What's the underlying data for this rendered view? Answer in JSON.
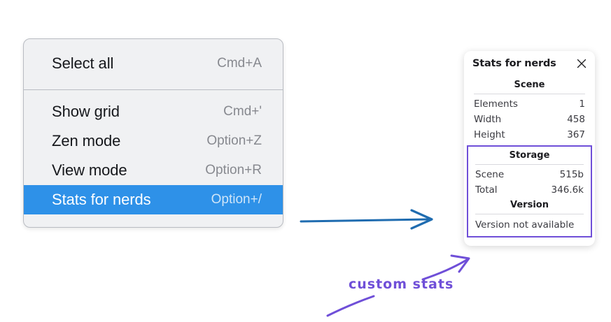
{
  "context_menu": {
    "name": "canvas-context-menu",
    "groups": [
      {
        "items": [
          {
            "label": "Select all",
            "shortcut": "Cmd+A",
            "highlighted": false
          }
        ]
      },
      {
        "items": [
          {
            "label": "Show grid",
            "shortcut": "Cmd+'",
            "highlighted": false
          },
          {
            "label": "Zen mode",
            "shortcut": "Option+Z",
            "highlighted": false
          },
          {
            "label": "View mode",
            "shortcut": "Option+R",
            "highlighted": false
          },
          {
            "label": "Stats for nerds",
            "shortcut": "Option+/",
            "highlighted": true
          }
        ]
      }
    ]
  },
  "stats_panel": {
    "title": "Stats for nerds",
    "close_icon": "close-icon",
    "sections": [
      {
        "heading": "Scene",
        "rows": [
          {
            "key": "Elements",
            "value": "1"
          },
          {
            "key": "Width",
            "value": "458"
          },
          {
            "key": "Height",
            "value": "367"
          }
        ]
      },
      {
        "heading": "Storage",
        "rows": [
          {
            "key": "Scene",
            "value": "515b"
          },
          {
            "key": "Total",
            "value": "346.6k"
          }
        ]
      },
      {
        "heading": "Version",
        "note": "Version not available"
      }
    ]
  },
  "annotations": {
    "flow_arrow": {
      "name": "flow-arrow",
      "color": "#1f6cb0"
    },
    "custom_stats": {
      "label": "custom stats",
      "color": "#6f4fd8"
    }
  },
  "colors": {
    "menu_background": "#f0f1f3",
    "menu_border": "#b9bcc2",
    "highlight_blue": "#2e91e8",
    "annotation_purple": "#6f4fd8",
    "arrow_blue": "#1f6cb0",
    "page_background": "#ffffff"
  }
}
